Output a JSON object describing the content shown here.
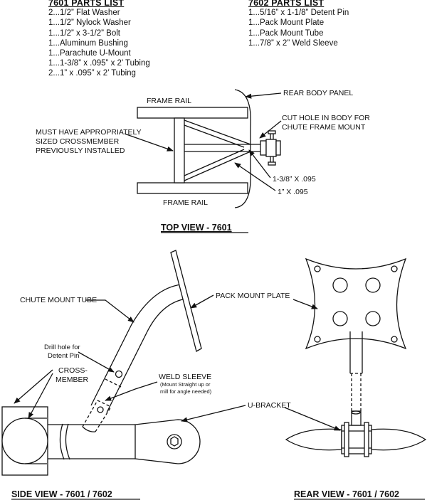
{
  "parts_7601": {
    "heading": "7601 PARTS LIST",
    "items": [
      "2...1/2” Flat Washer",
      "1...1/2” Nylock Washer",
      "1...1/2” x 3-1/2” Bolt",
      "1...Aluminum Bushing",
      "1...Parachute U-Mount",
      "1...1-3/8” x .095” x 2’ Tubing",
      "2...1” x .095” x 2’ Tubing"
    ]
  },
  "parts_7602": {
    "heading": "7602 PARTS LIST",
    "items": [
      "1...5/16” x 1-1/8” Detent Pin",
      "1...Pack Mount Plate",
      "1...Pack Mount Tube",
      "1...7/8” x 2” Weld Sleeve"
    ]
  },
  "top_view": {
    "title": "TOP VIEW - 7601",
    "frame_rail_top": "FRAME RAIL",
    "frame_rail_bottom": "FRAME RAIL",
    "rear_body_panel": "REAR BODY PANEL",
    "cut_hole_1": "CUT HOLE IN BODY FOR",
    "cut_hole_2": "CHUTE FRAME MOUNT",
    "crossmember_1": "MUST HAVE APPROPRIATELY",
    "crossmember_2": "SIZED CROSSMEMBER",
    "crossmember_3": "PREVIOUSLY INSTALLED",
    "tube_large": "1-3/8” X .095",
    "tube_small": "1” X .095"
  },
  "side_view": {
    "title": "SIDE VIEW - 7601 / 7602",
    "chute_mount_tube": "CHUTE MOUNT TUBE",
    "pack_mount_plate": "PACK MOUNT PLATE",
    "drill_1": "Drill hole for",
    "drill_2": "Detent Pin",
    "cross_1": "CROSS-",
    "cross_2": "MEMBER",
    "weld_sleeve": "WELD SLEEVE",
    "weld_note_1": "(Mount Straight up or",
    "weld_note_2": "mill for angle needed)",
    "u_bracket": "U-BRACKET"
  },
  "rear_view": {
    "title": "REAR VIEW - 7601 / 7602"
  }
}
